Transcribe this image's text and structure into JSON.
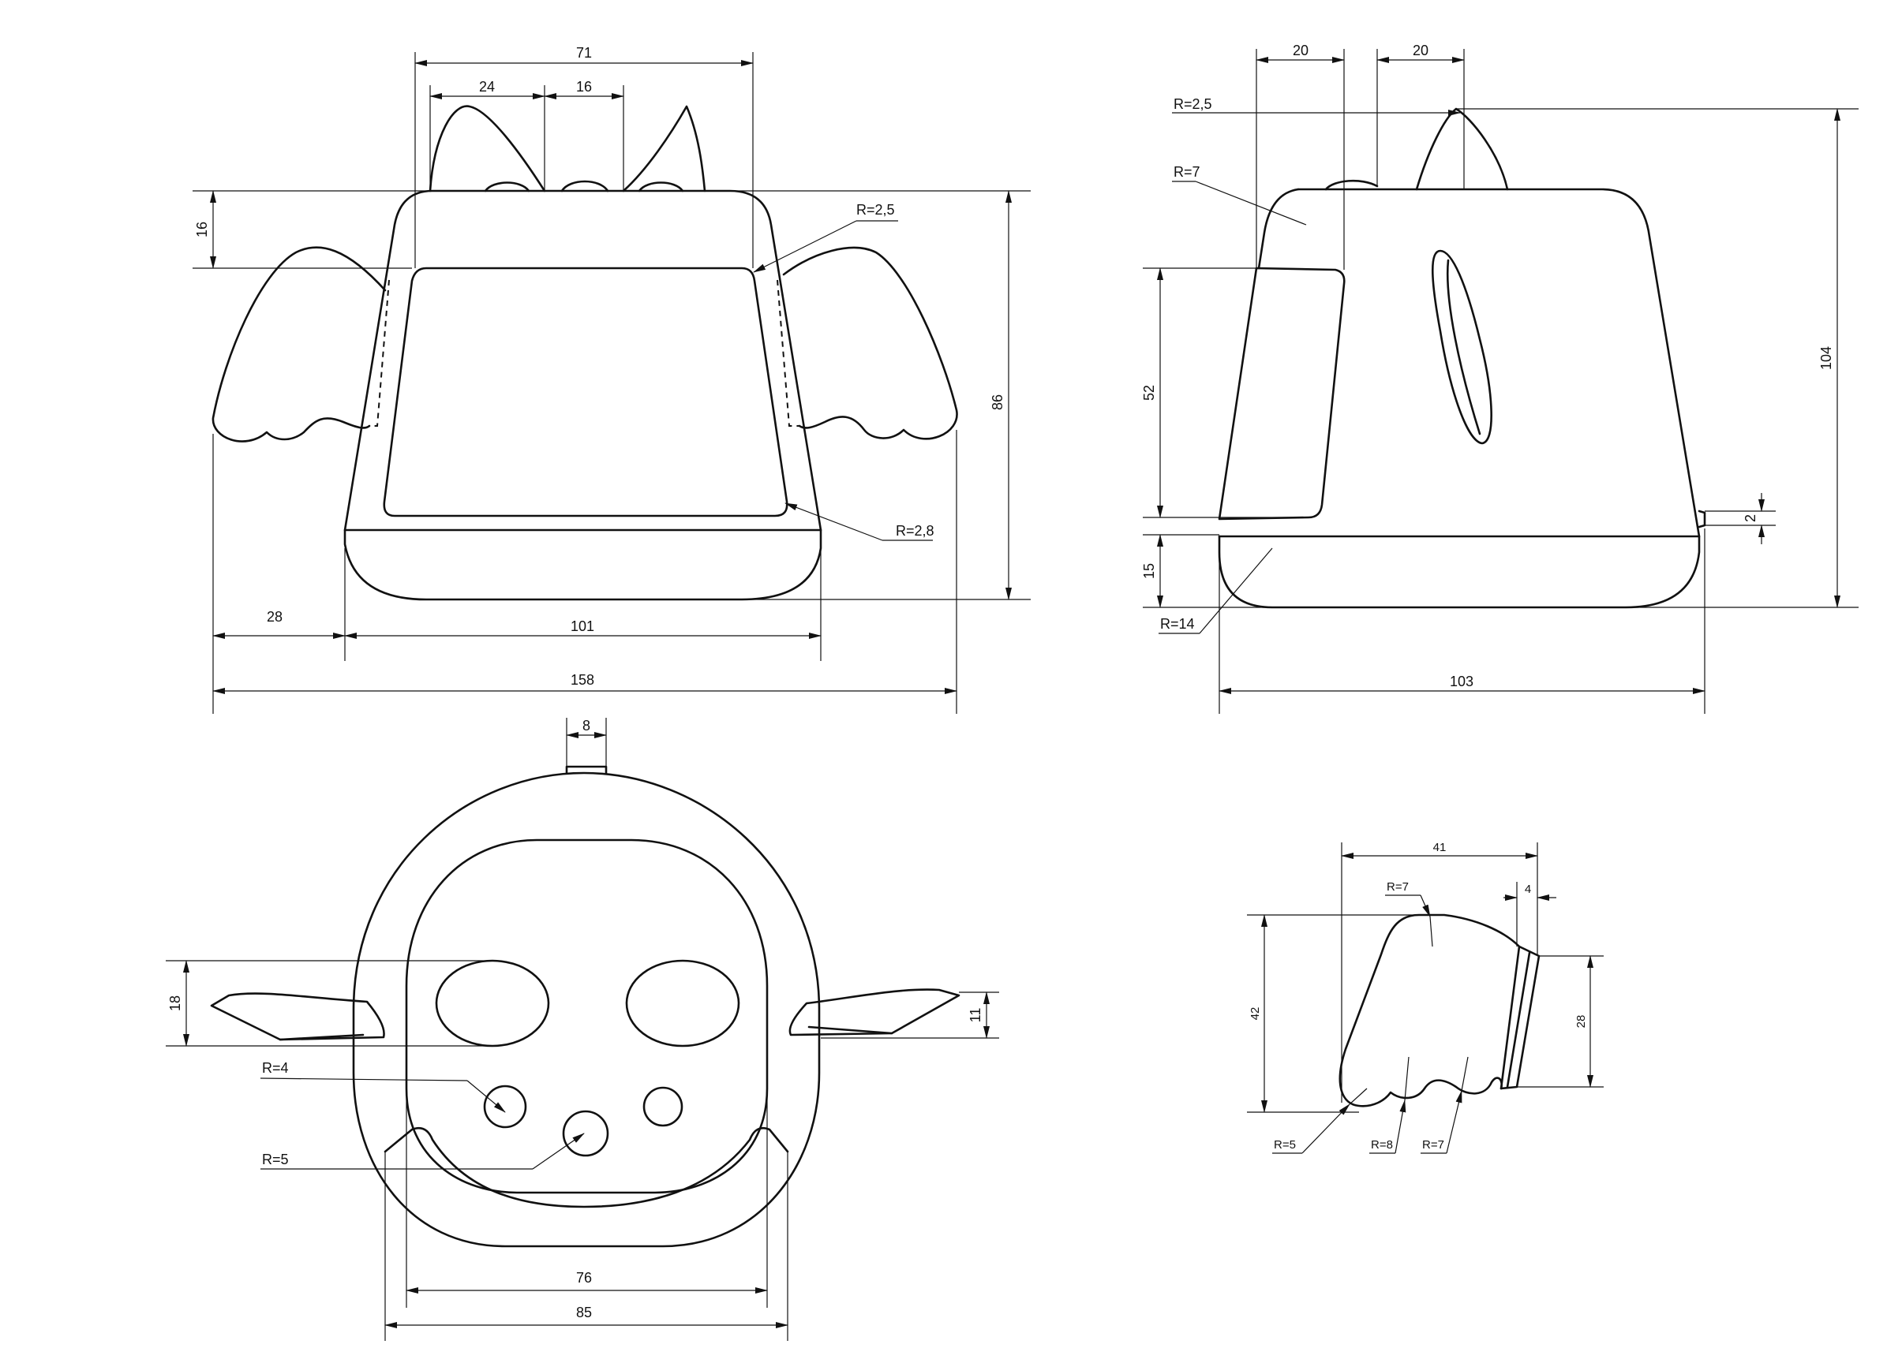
{
  "front_view": {
    "dims": [
      "71",
      "24",
      "16",
      "16",
      "86",
      "28",
      "101",
      "158"
    ],
    "radii": [
      "R=2,5",
      "R=2,8"
    ]
  },
  "side_view": {
    "dims": [
      "20",
      "20",
      "104",
      "52",
      "15",
      "2",
      "103"
    ],
    "radii": [
      "R=2,5",
      "R=7",
      "R=14"
    ]
  },
  "top_view": {
    "dims": [
      "8",
      "18",
      "11",
      "76",
      "85"
    ],
    "radii": [
      "R=4",
      "R=5"
    ]
  },
  "wing_detail": {
    "dims": [
      "41",
      "4",
      "42",
      "28"
    ],
    "radii": [
      "R=7",
      "R=5",
      "R=8",
      "R=7"
    ]
  }
}
